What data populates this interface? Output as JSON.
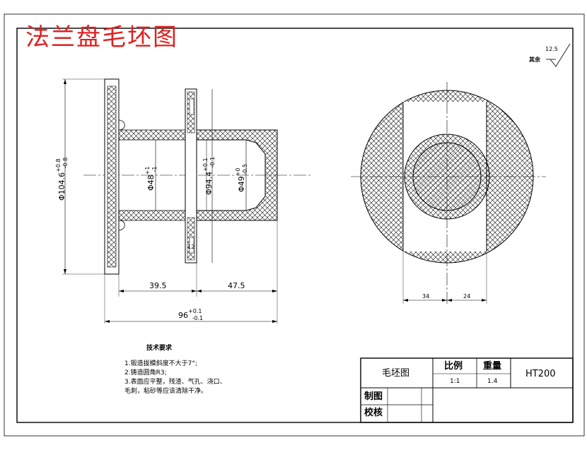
{
  "title": "法兰盘毛坯图",
  "roughness": {
    "label": "其余",
    "value": "12.5"
  },
  "dimensions": {
    "d104": {
      "base": "Φ104.6",
      "upper": "+0.8",
      "lower": "-0.8"
    },
    "d48": {
      "base": "Φ48",
      "upper": "+1",
      "lower": "-1"
    },
    "d94": {
      "base": "Φ94.4",
      "upper": "+0.1",
      "lower": "-0.1"
    },
    "d49": {
      "base": "Φ49",
      "upper": "+0",
      "lower": "-0.5"
    },
    "r12": "12",
    "len395": "39.5",
    "len475": "47.5",
    "len96": {
      "base": "96",
      "upper": "+0.1",
      "lower": "-0.1"
    },
    "w34": "34",
    "w24": "24"
  },
  "notes": {
    "heading": "技术要求",
    "items": [
      "1.锻造拔模斜度不大于7°;",
      "2.铸造圆角R3;",
      "3.表面应平整，残渣、气孔、浇口、",
      "毛刺，粘砂等应该清除干净。"
    ]
  },
  "title_block": {
    "part_name": "毛坯图",
    "scale_label": "比例",
    "weight_label": "重量",
    "scale_value": "1:1",
    "weight_value": "1.4",
    "material": "HT200",
    "drawn_label": "制图",
    "checked_label": "校核"
  }
}
